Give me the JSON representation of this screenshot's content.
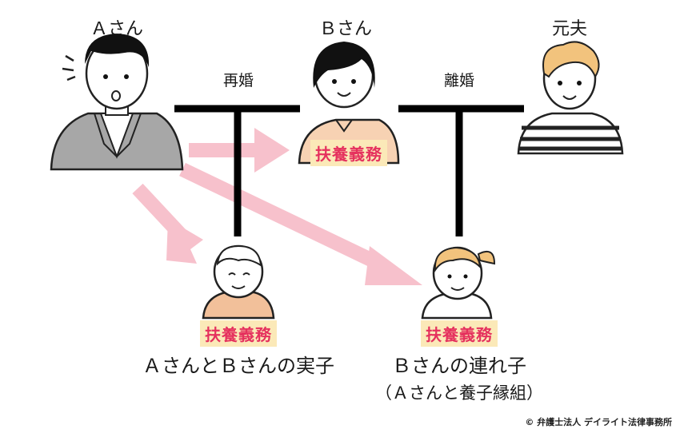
{
  "people": {
    "a": "Ａさん",
    "b": "Ｂさん",
    "ex": "元夫"
  },
  "relations": {
    "remarriage": "再婚",
    "divorce": "離婚"
  },
  "duties": {
    "b": "扶養義務",
    "bio_child": "扶養義務",
    "step_child": "扶養義務"
  },
  "captions": {
    "bio_child": "ＡさんとＢさんの実子",
    "step_child": "Ｂさんの連れ子",
    "step_child_note": "（Ａさんと養子縁組）"
  },
  "credit": "© 弁護士法人 デイライト法律事務所",
  "colors": {
    "arrow": "#f7c1cc",
    "duty_text": "#e5315e",
    "duty_bg": "#fbe9b8",
    "line": "#000000"
  }
}
